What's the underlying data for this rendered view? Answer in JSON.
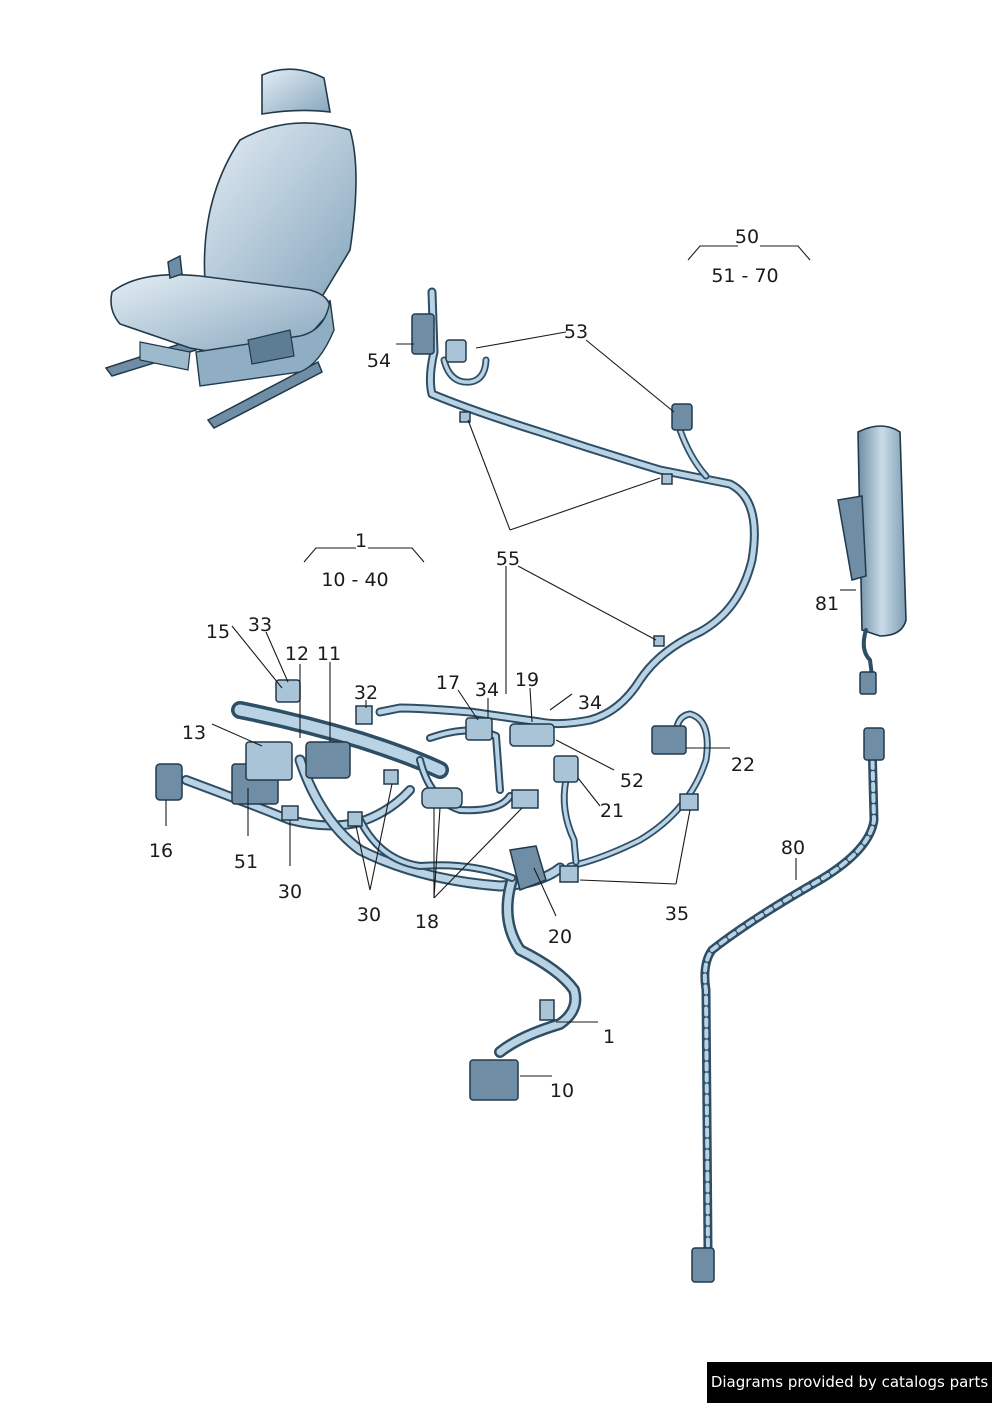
{
  "labels": {
    "l50": "50",
    "l51_70": "51 - 70",
    "l53": "53",
    "l54": "54",
    "l1_top": "1",
    "l10_40": "10 - 40",
    "l55": "55",
    "l81": "81",
    "l15": "15",
    "l33": "33",
    "l12": "12",
    "l11": "11",
    "l32": "32",
    "l17": "17",
    "l34a": "34",
    "l19": "19",
    "l34b": "34",
    "l13": "13",
    "l16": "16",
    "l51": "51",
    "l30a": "30",
    "l30b": "30",
    "l18": "18",
    "l20": "20",
    "l21": "21",
    "l52": "52",
    "l22": "22",
    "l35": "35",
    "l80": "80",
    "l1_bot": "1",
    "l10": "10"
  },
  "footer": {
    "text": "Diagrams provided by catalogs parts"
  }
}
